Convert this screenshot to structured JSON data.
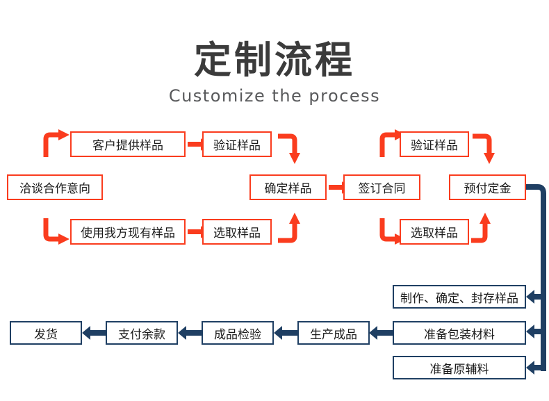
{
  "header": {
    "title": "定制流程",
    "subtitle": "Customize the process",
    "title_color": "#3b3b3b",
    "subtitle_color": "#58595b"
  },
  "colors": {
    "red": "#fa3c1e",
    "navy": "#1f3f63",
    "text": "#1a1a1a",
    "background": "#ffffff"
  },
  "flow": {
    "stage1": {
      "entry": "洽谈合作意向",
      "branch_a": [
        "客户提供样品",
        "验证样品"
      ],
      "branch_b": [
        "使用我方现有样品",
        "选取样品"
      ],
      "merge": "确定样品"
    },
    "stage2": {
      "contract": "签订合同",
      "branch_a": [
        "验证样品"
      ],
      "branch_b": [
        "选取样品"
      ],
      "merge": "预付定金"
    },
    "stage3": {
      "items": [
        "制作、确定、封存样品",
        "准备包装材料",
        "准备原辅料"
      ]
    },
    "stage4": {
      "items": [
        "生产成品",
        "成品检验",
        "支付余款",
        "发货"
      ]
    }
  },
  "nodes": {
    "n_qiatan": "洽谈合作意向",
    "n_kehu": "客户提供样品",
    "n_yanzheng1": "验证样品",
    "n_shiyong": "使用我方现有样品",
    "n_xuanqu1": "选取样品",
    "n_queding": "确定样品",
    "n_qianding": "签订合同",
    "n_yanzheng2": "验证样品",
    "n_xuanqu2": "选取样品",
    "n_yufu": "预付定金",
    "n_zhizuo": "制作、确定、封存样品",
    "n_baozhuang": "准备包装材料",
    "n_yuanfu": "准备原辅料",
    "n_shengchan": "生产成品",
    "n_jianyan": "成品检验",
    "n_zhifu": "支付余款",
    "n_fahuo": "发货"
  }
}
